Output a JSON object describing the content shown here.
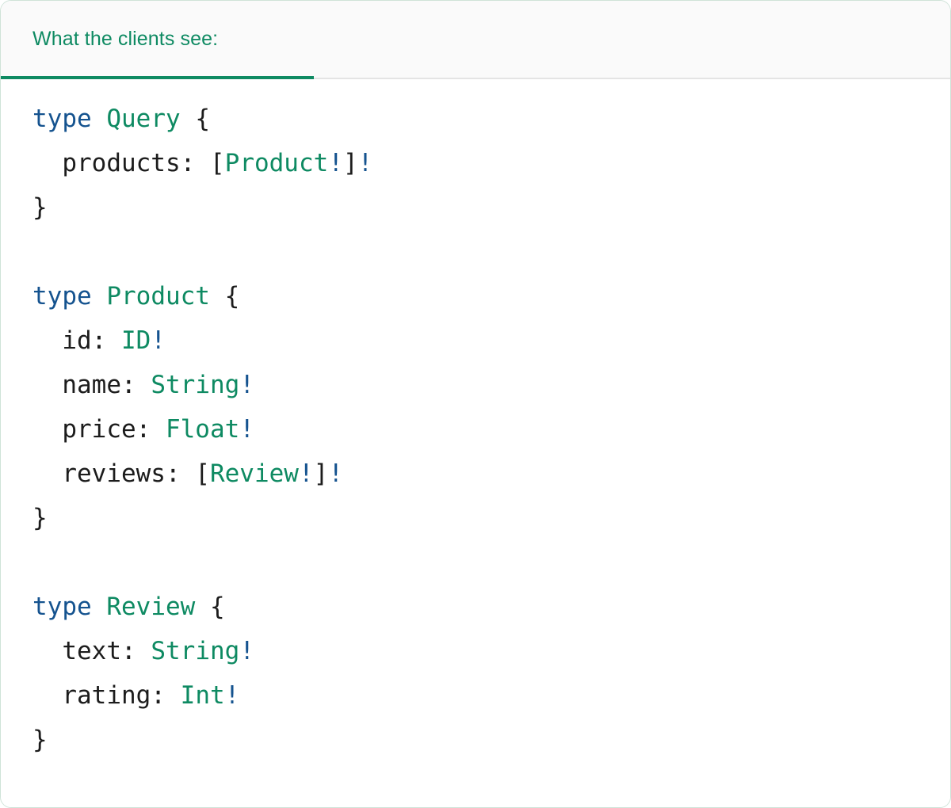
{
  "panel": {
    "header": {
      "tab_label": "What the clients see:",
      "accent_color": "#0e8a62",
      "tab_background": "#fafafa",
      "divider_color": "#e4e4e4"
    },
    "colors": {
      "keyword": "#15538f",
      "type_name": "#0e8a62",
      "field_name": "#1c1c1c",
      "punctuation": "#1c1c1c",
      "non_null_bang": "#15538f",
      "background": "#ffffff",
      "border": "#cfe3d8"
    }
  },
  "code": {
    "language": "graphql",
    "lines": [
      {
        "indent": 0,
        "tokens": [
          {
            "t": "type",
            "c": "kw"
          },
          {
            "t": " ",
            "c": "punc"
          },
          {
            "t": "Query",
            "c": "type"
          },
          {
            "t": " ",
            "c": "punc"
          },
          {
            "t": "{",
            "c": "punc"
          }
        ]
      },
      {
        "indent": 1,
        "tokens": [
          {
            "t": "products:",
            "c": "field"
          },
          {
            "t": " ",
            "c": "punc"
          },
          {
            "t": "[",
            "c": "punc"
          },
          {
            "t": "Product",
            "c": "type"
          },
          {
            "t": "!",
            "c": "bang"
          },
          {
            "t": "]",
            "c": "punc"
          },
          {
            "t": "!",
            "c": "bang"
          }
        ]
      },
      {
        "indent": 0,
        "tokens": [
          {
            "t": "}",
            "c": "punc"
          }
        ]
      },
      {
        "indent": 0,
        "tokens": []
      },
      {
        "indent": 0,
        "tokens": [
          {
            "t": "type",
            "c": "kw"
          },
          {
            "t": " ",
            "c": "punc"
          },
          {
            "t": "Product",
            "c": "type"
          },
          {
            "t": " ",
            "c": "punc"
          },
          {
            "t": "{",
            "c": "punc"
          }
        ]
      },
      {
        "indent": 1,
        "tokens": [
          {
            "t": "id:",
            "c": "field"
          },
          {
            "t": " ",
            "c": "punc"
          },
          {
            "t": "ID",
            "c": "type"
          },
          {
            "t": "!",
            "c": "bang"
          }
        ]
      },
      {
        "indent": 1,
        "tokens": [
          {
            "t": "name:",
            "c": "field"
          },
          {
            "t": " ",
            "c": "punc"
          },
          {
            "t": "String",
            "c": "type"
          },
          {
            "t": "!",
            "c": "bang"
          }
        ]
      },
      {
        "indent": 1,
        "tokens": [
          {
            "t": "price:",
            "c": "field"
          },
          {
            "t": " ",
            "c": "punc"
          },
          {
            "t": "Float",
            "c": "type"
          },
          {
            "t": "!",
            "c": "bang"
          }
        ]
      },
      {
        "indent": 1,
        "tokens": [
          {
            "t": "reviews:",
            "c": "field"
          },
          {
            "t": " ",
            "c": "punc"
          },
          {
            "t": "[",
            "c": "punc"
          },
          {
            "t": "Review",
            "c": "type"
          },
          {
            "t": "!",
            "c": "bang"
          },
          {
            "t": "]",
            "c": "punc"
          },
          {
            "t": "!",
            "c": "bang"
          }
        ]
      },
      {
        "indent": 0,
        "tokens": [
          {
            "t": "}",
            "c": "punc"
          }
        ]
      },
      {
        "indent": 0,
        "tokens": []
      },
      {
        "indent": 0,
        "tokens": [
          {
            "t": "type",
            "c": "kw"
          },
          {
            "t": " ",
            "c": "punc"
          },
          {
            "t": "Review",
            "c": "type"
          },
          {
            "t": " ",
            "c": "punc"
          },
          {
            "t": "{",
            "c": "punc"
          }
        ]
      },
      {
        "indent": 1,
        "tokens": [
          {
            "t": "text:",
            "c": "field"
          },
          {
            "t": " ",
            "c": "punc"
          },
          {
            "t": "String",
            "c": "type"
          },
          {
            "t": "!",
            "c": "bang"
          }
        ]
      },
      {
        "indent": 1,
        "tokens": [
          {
            "t": "rating:",
            "c": "field"
          },
          {
            "t": " ",
            "c": "punc"
          },
          {
            "t": "Int",
            "c": "type"
          },
          {
            "t": "!",
            "c": "bang"
          }
        ]
      },
      {
        "indent": 0,
        "tokens": [
          {
            "t": "}",
            "c": "punc"
          }
        ]
      }
    ]
  }
}
